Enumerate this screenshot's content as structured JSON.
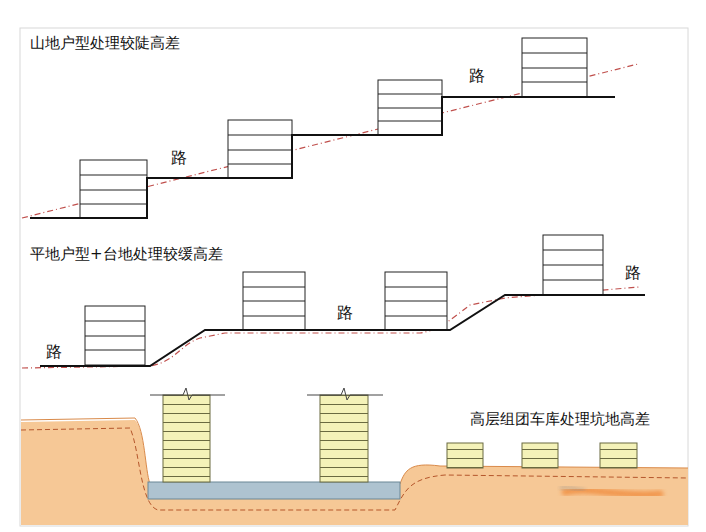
{
  "diagram": {
    "labels": [
      "山地户型处理较陡高差",
      "路",
      "路",
      "平地户型+台地处理较缓高差",
      "路",
      "路",
      "路",
      "高层组团车库处理坑地高差"
    ]
  }
}
